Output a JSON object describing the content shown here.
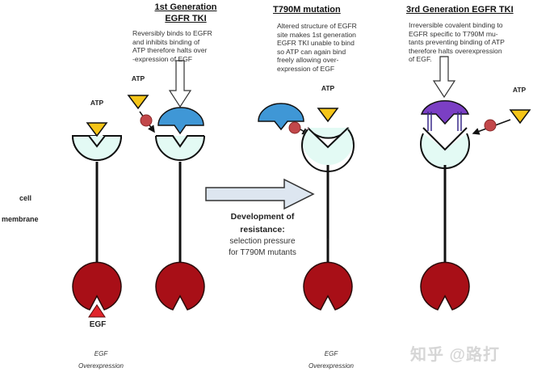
{
  "panels": {
    "first_gen": {
      "title_line1": "1st Generation",
      "title_line2": "EGFR TKI",
      "description": [
        "Reversibly binds to EGFR",
        "and inhibits binding of",
        "ATP therefore halts over",
        "-expression of EGF"
      ]
    },
    "t790m": {
      "title": "T790M mutation",
      "description": [
        "Altered structure of EGFR",
        "site makes 1st generation",
        "EGFR TKI unable to bind",
        "so ATP can again bind",
        "freely allowing over-",
        "expression of EGF"
      ]
    },
    "third_gen": {
      "title": "3rd Generation EGFR TKI",
      "description": [
        "Irreversible covalent binding to",
        "EGFR specific to T790M mu-",
        "tants preventing binding of ATP",
        "therefore halts overexpression",
        "of EGF."
      ]
    }
  },
  "labels": {
    "atp": "ATP",
    "cell": "cell",
    "membrane": "membrane",
    "egf": "EGF",
    "egf_italic": "EGF",
    "overexpression": "Overexpression"
  },
  "resistance": {
    "bold_line1": "Development of",
    "bold_line2": "resistance:",
    "line3": "selection pressure",
    "line4": "for T790M mutants"
  },
  "watermark": "知乎 @路打",
  "colors": {
    "receptor_top": "#e3faf4",
    "receptor_bottom": "#a80f17",
    "atp": "#f5c518",
    "tki_1st": "#3f97d6",
    "tki_3rd": "#7b3fc4",
    "phosphate": "#c2474a",
    "egf": "#e0242b",
    "arrow_fill": "#dde6f0"
  }
}
